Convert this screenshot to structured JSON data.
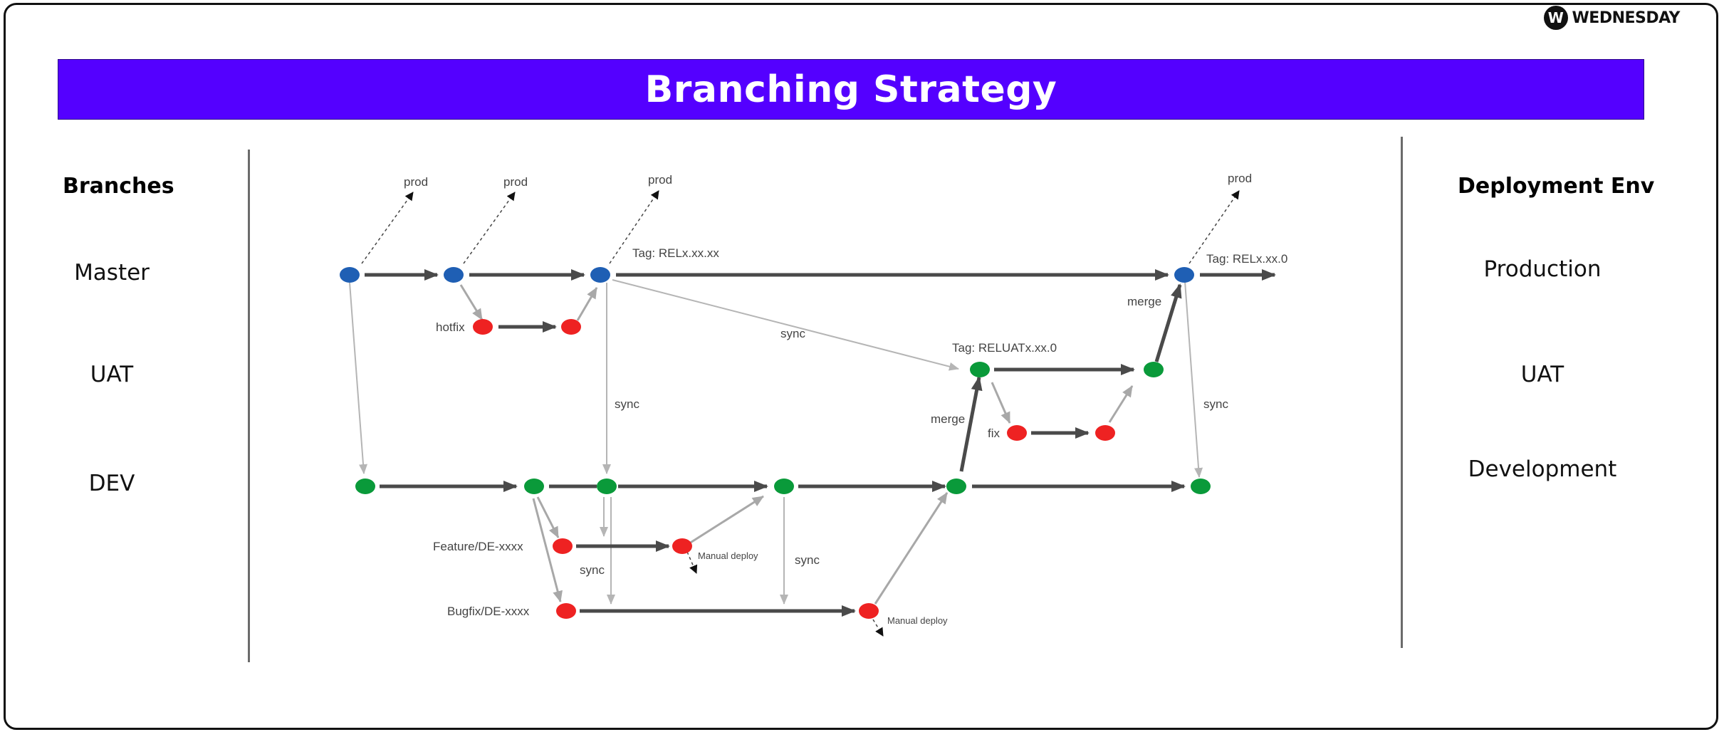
{
  "title": "Branching Strategy",
  "logo": {
    "mark": "W",
    "text": "WEDNESDAY"
  },
  "left_panel": {
    "heading": "Branches",
    "rows": [
      "Master",
      "UAT",
      "DEV"
    ]
  },
  "right_panel": {
    "heading": "Deployment Env",
    "rows": [
      "Production",
      "UAT",
      "Development"
    ]
  },
  "colors": {
    "banner": "#5400ff",
    "master_commit": "#1f5fb4",
    "env_commit": "#0a9a3a",
    "topic_commit": "#ee2222"
  },
  "diagram": {
    "prod_labels": [
      "prod",
      "prod",
      "prod",
      "prod"
    ],
    "master_tag_1": "Tag: RELx.xx.xx",
    "master_tag_2": "Tag: RELx.xx.0",
    "uat_tag": "Tag: RELUATx.xx.0",
    "hotfix": "hotfix",
    "fix": "fix",
    "merge_top": "merge",
    "merge_mid": "merge",
    "sync_master_uat": "sync",
    "sync_master_dev": "sync",
    "sync_master_dev_right": "sync",
    "sync_feature": "sync",
    "sync_dev_bugfix": "sync",
    "feature_branch": "Feature/DE-xxxx",
    "bugfix_branch": "Bugfix/DE-xxxx",
    "manual_deploy_1": "Manual deploy",
    "manual_deploy_2": "Manual deploy"
  }
}
